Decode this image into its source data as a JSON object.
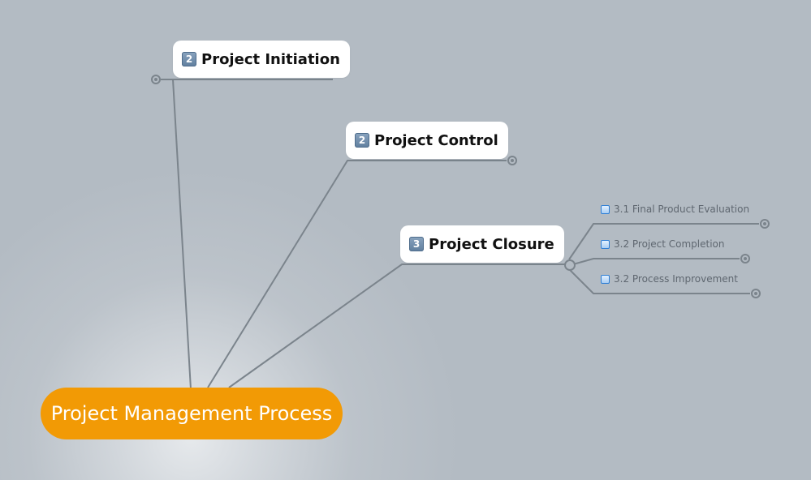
{
  "central_topic": {
    "label": "Project Management Process",
    "color": "#f29a05"
  },
  "topics": [
    {
      "number": "2",
      "label": "Project Initiation",
      "collapsed": true
    },
    {
      "number": "2",
      "label": "Project Control",
      "collapsed": true
    },
    {
      "number": "3",
      "label": "Project Closure",
      "collapsed": false
    }
  ],
  "subtopics": [
    {
      "label": "3.1 Final Product Evaluation",
      "collapsed": true
    },
    {
      "label": "3.2 Project Completion",
      "collapsed": true
    },
    {
      "label": "3.2 Process Improvement",
      "collapsed": true
    }
  ],
  "colors": {
    "background": "#b3bbc3",
    "connector": "#7b848c",
    "topic_fill": "#ffffff",
    "checkbox_border": "#2f7fd6"
  },
  "icons": {
    "topic_marker": "number-keycap-icon",
    "subtopic_marker": "checkbox-icon",
    "collapse": "collapse-toggle-icon"
  }
}
